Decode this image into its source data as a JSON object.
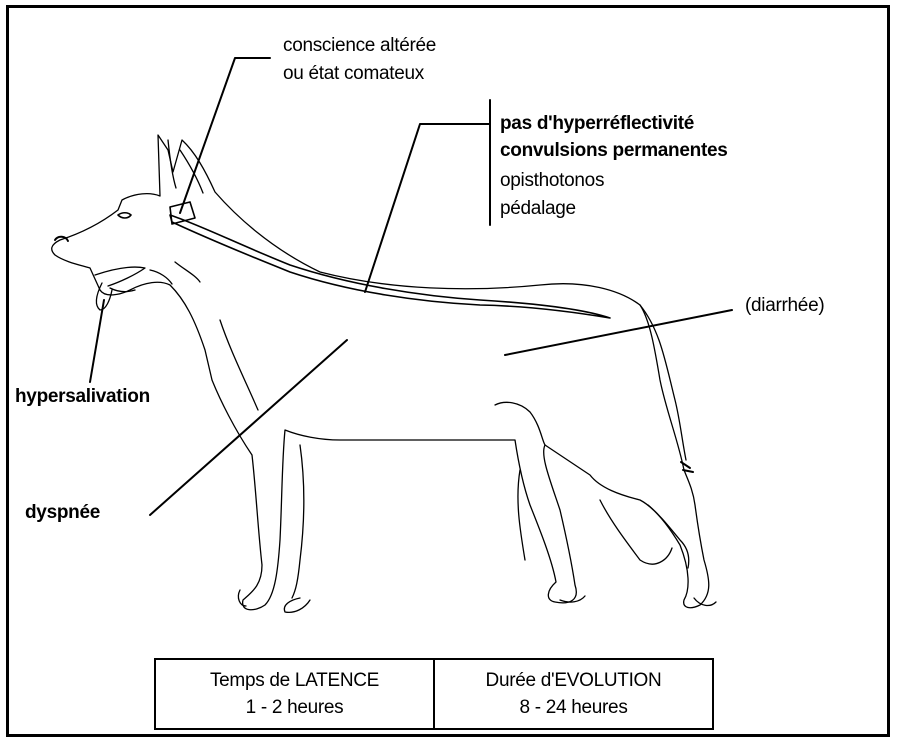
{
  "labels": {
    "conscience_line1": "conscience altérée",
    "conscience_line2": "ou état comateux",
    "nervous_line1": "pas d'hyperréflectivité",
    "nervous_line2": "convulsions permanentes",
    "nervous_line3": "opisthotonos",
    "nervous_line4": "pédalage",
    "diarrhee": "(diarrhée)",
    "hypersalivation": "hypersalivation",
    "dyspnee": "dyspnée"
  },
  "timing": {
    "latency_label": "Temps de LATENCE",
    "latency_value": "1 - 2 heures",
    "evolution_label": "Durée d'EVOLUTION",
    "evolution_value": "8 - 24 heures"
  }
}
